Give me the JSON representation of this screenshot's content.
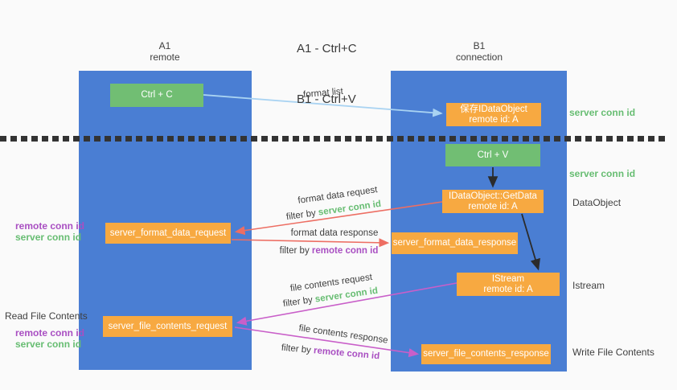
{
  "title": {
    "line1": "A1 - Ctrl+C",
    "line2": "B1 - Ctrl+V"
  },
  "lanes": {
    "a1": {
      "name": "A1",
      "role": "remote"
    },
    "b1": {
      "name": "B1",
      "role": "connection"
    }
  },
  "nodes": {
    "ctrl_c": {
      "label": "Ctrl + C"
    },
    "save_idataobject": {
      "line1": "保存IDataObject",
      "line2": "remote id: A"
    },
    "ctrl_v": {
      "label": "Ctrl + V"
    },
    "getdata": {
      "line1": "IDataObject::GetData",
      "line2": "remote id: A"
    },
    "format_request": {
      "label": "server_format_data_request"
    },
    "format_response": {
      "label": "server_format_data_response"
    },
    "istream": {
      "line1": "IStream",
      "line2": "remote id: A"
    },
    "file_request": {
      "label": "server_file_contents_request"
    },
    "file_response": {
      "label": "server_file_contents_response"
    }
  },
  "edge_labels": {
    "format_list": "format list",
    "format_data_request": {
      "text": "format data request",
      "filter_prefix": "filter by",
      "filter_id": "server conn id"
    },
    "format_data_response": {
      "text": "format data response",
      "filter_prefix": "filter by",
      "filter_id": "remote conn id"
    },
    "file_contents_request": {
      "text": "file contents request",
      "filter_prefix": "filter by",
      "filter_id": "server conn id"
    },
    "file_contents_response": {
      "text": "file contents response",
      "filter_prefix": "filter by",
      "filter_id": "remote conn id"
    }
  },
  "annotations": {
    "right": {
      "server_conn_id_top": "server conn id",
      "server_conn_id_mid": "server conn id",
      "dataobject": "DataObject",
      "istream": "Istream",
      "write_file": "Write File Contents"
    },
    "left": {
      "remote_conn_id_1": "remote conn id",
      "server_conn_id_1": "server conn id",
      "read_file": "Read File Contents",
      "remote_conn_id_2": "remote conn id",
      "server_conn_id_2": "server conn id"
    }
  },
  "colors": {
    "lane_blue": "#4a7ed3",
    "node_orange": "#f7a941",
    "node_green": "#71be73",
    "green_text": "#67bd72",
    "purple_text": "#a94fc2",
    "arrow_light_blue": "#a9d3f2",
    "arrow_red": "#ed6e63",
    "arrow_magenta": "#c95fc9",
    "arrow_black": "#2b2b2b"
  }
}
